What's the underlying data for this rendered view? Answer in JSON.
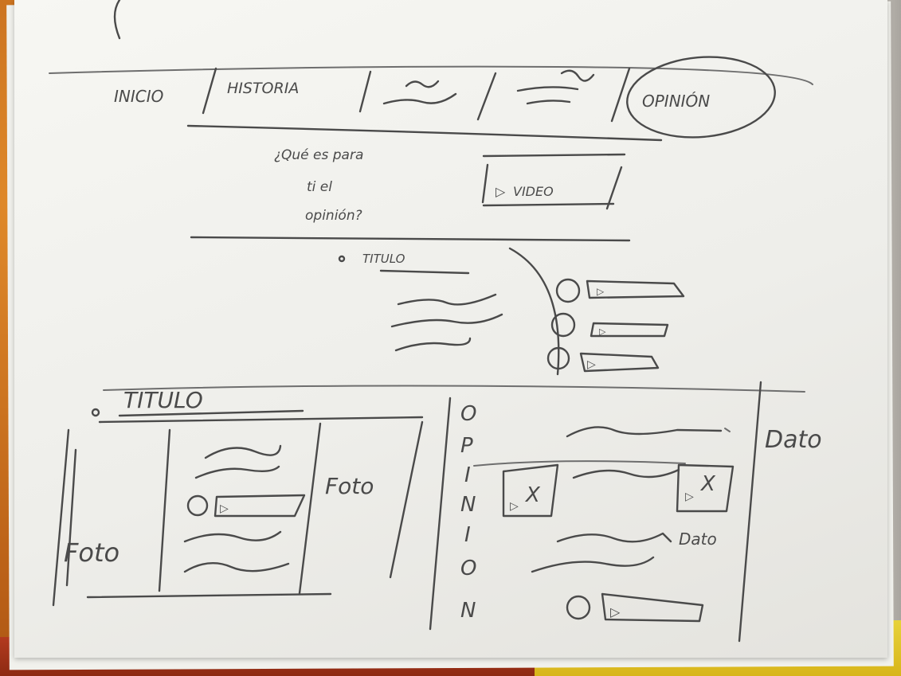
{
  "sketch": {
    "nav": {
      "items": [
        "INICIO",
        "HISTORIA",
        "OPINIÓN"
      ],
      "active": "OPINIÓN"
    },
    "hero": {
      "question": [
        "¿Qué es para",
        "ti el",
        "opinión?"
      ],
      "video_label": "VIDEO",
      "play_glyph": "▷"
    },
    "section1": {
      "title": "TITULO"
    },
    "section2": {
      "title": "TITULO",
      "photo_left": "Foto",
      "photo_right": "Foto",
      "play_glyph": "▷",
      "x_glyph": "X",
      "vertical_letters": [
        "O",
        "P",
        "I",
        "N",
        "I",
        "O",
        "N"
      ],
      "dato_top": "Dato",
      "dato_mid": "Dato"
    }
  }
}
